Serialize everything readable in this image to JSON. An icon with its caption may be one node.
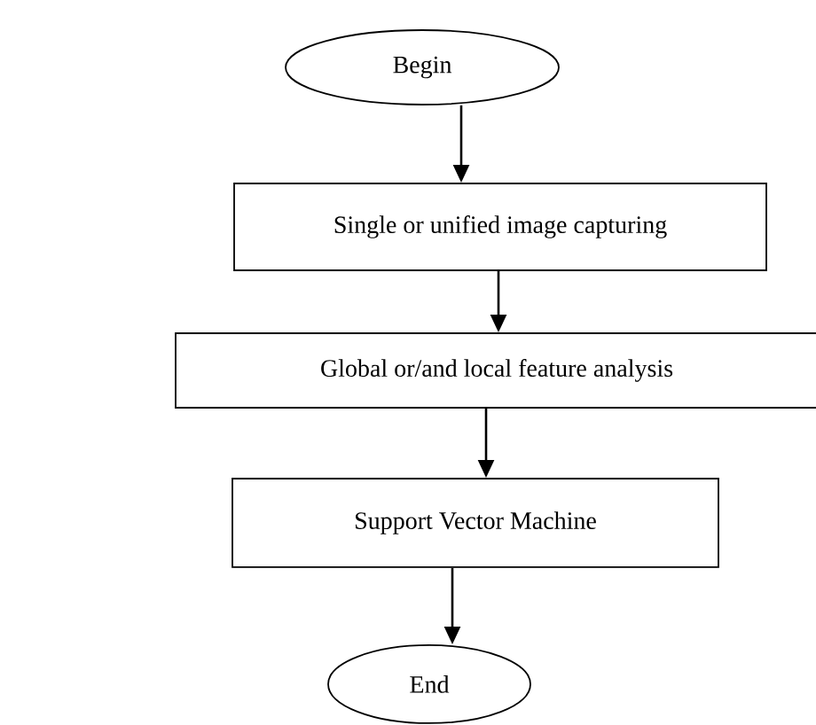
{
  "diagram": {
    "nodes": [
      {
        "text": [
          "Begin"
        ]
      },
      {
        "text": [
          "Single or unified image capturing"
        ]
      },
      {
        "text": [
          "Global or/and local feature analysis"
        ]
      },
      {
        "text": [
          "Support Vector Machine"
        ]
      },
      {
        "text": [
          "End"
        ]
      }
    ],
    "edges": [
      {
        "from": 0,
        "to": 1,
        "arrow": "to"
      },
      {
        "from": 1,
        "to": 2,
        "arrow": "to"
      },
      {
        "from": 2,
        "to": 3,
        "arrow": "to"
      },
      {
        "from": 3,
        "to": 4,
        "arrow": "to"
      }
    ]
  }
}
